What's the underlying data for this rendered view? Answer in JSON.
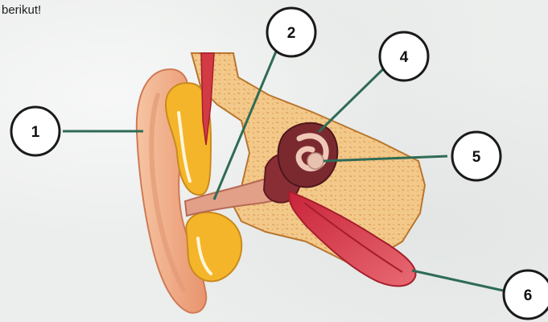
{
  "instruction": "berikut!",
  "labels": [
    {
      "id": "1",
      "text": "1"
    },
    {
      "id": "2",
      "text": "2"
    },
    {
      "id": "4",
      "text": "4"
    },
    {
      "id": "5",
      "text": "5"
    },
    {
      "id": "6",
      "text": "6"
    }
  ],
  "colors": {
    "background": "#eceeed",
    "leader_line": "#2f6b55",
    "circle_border": "#1a1a1a",
    "skin": "#f2b38c",
    "bone": "#f3c98a",
    "fat": "#f5b52a",
    "canal_red": "#d23a44",
    "cochlea": "#7a2a2f"
  }
}
